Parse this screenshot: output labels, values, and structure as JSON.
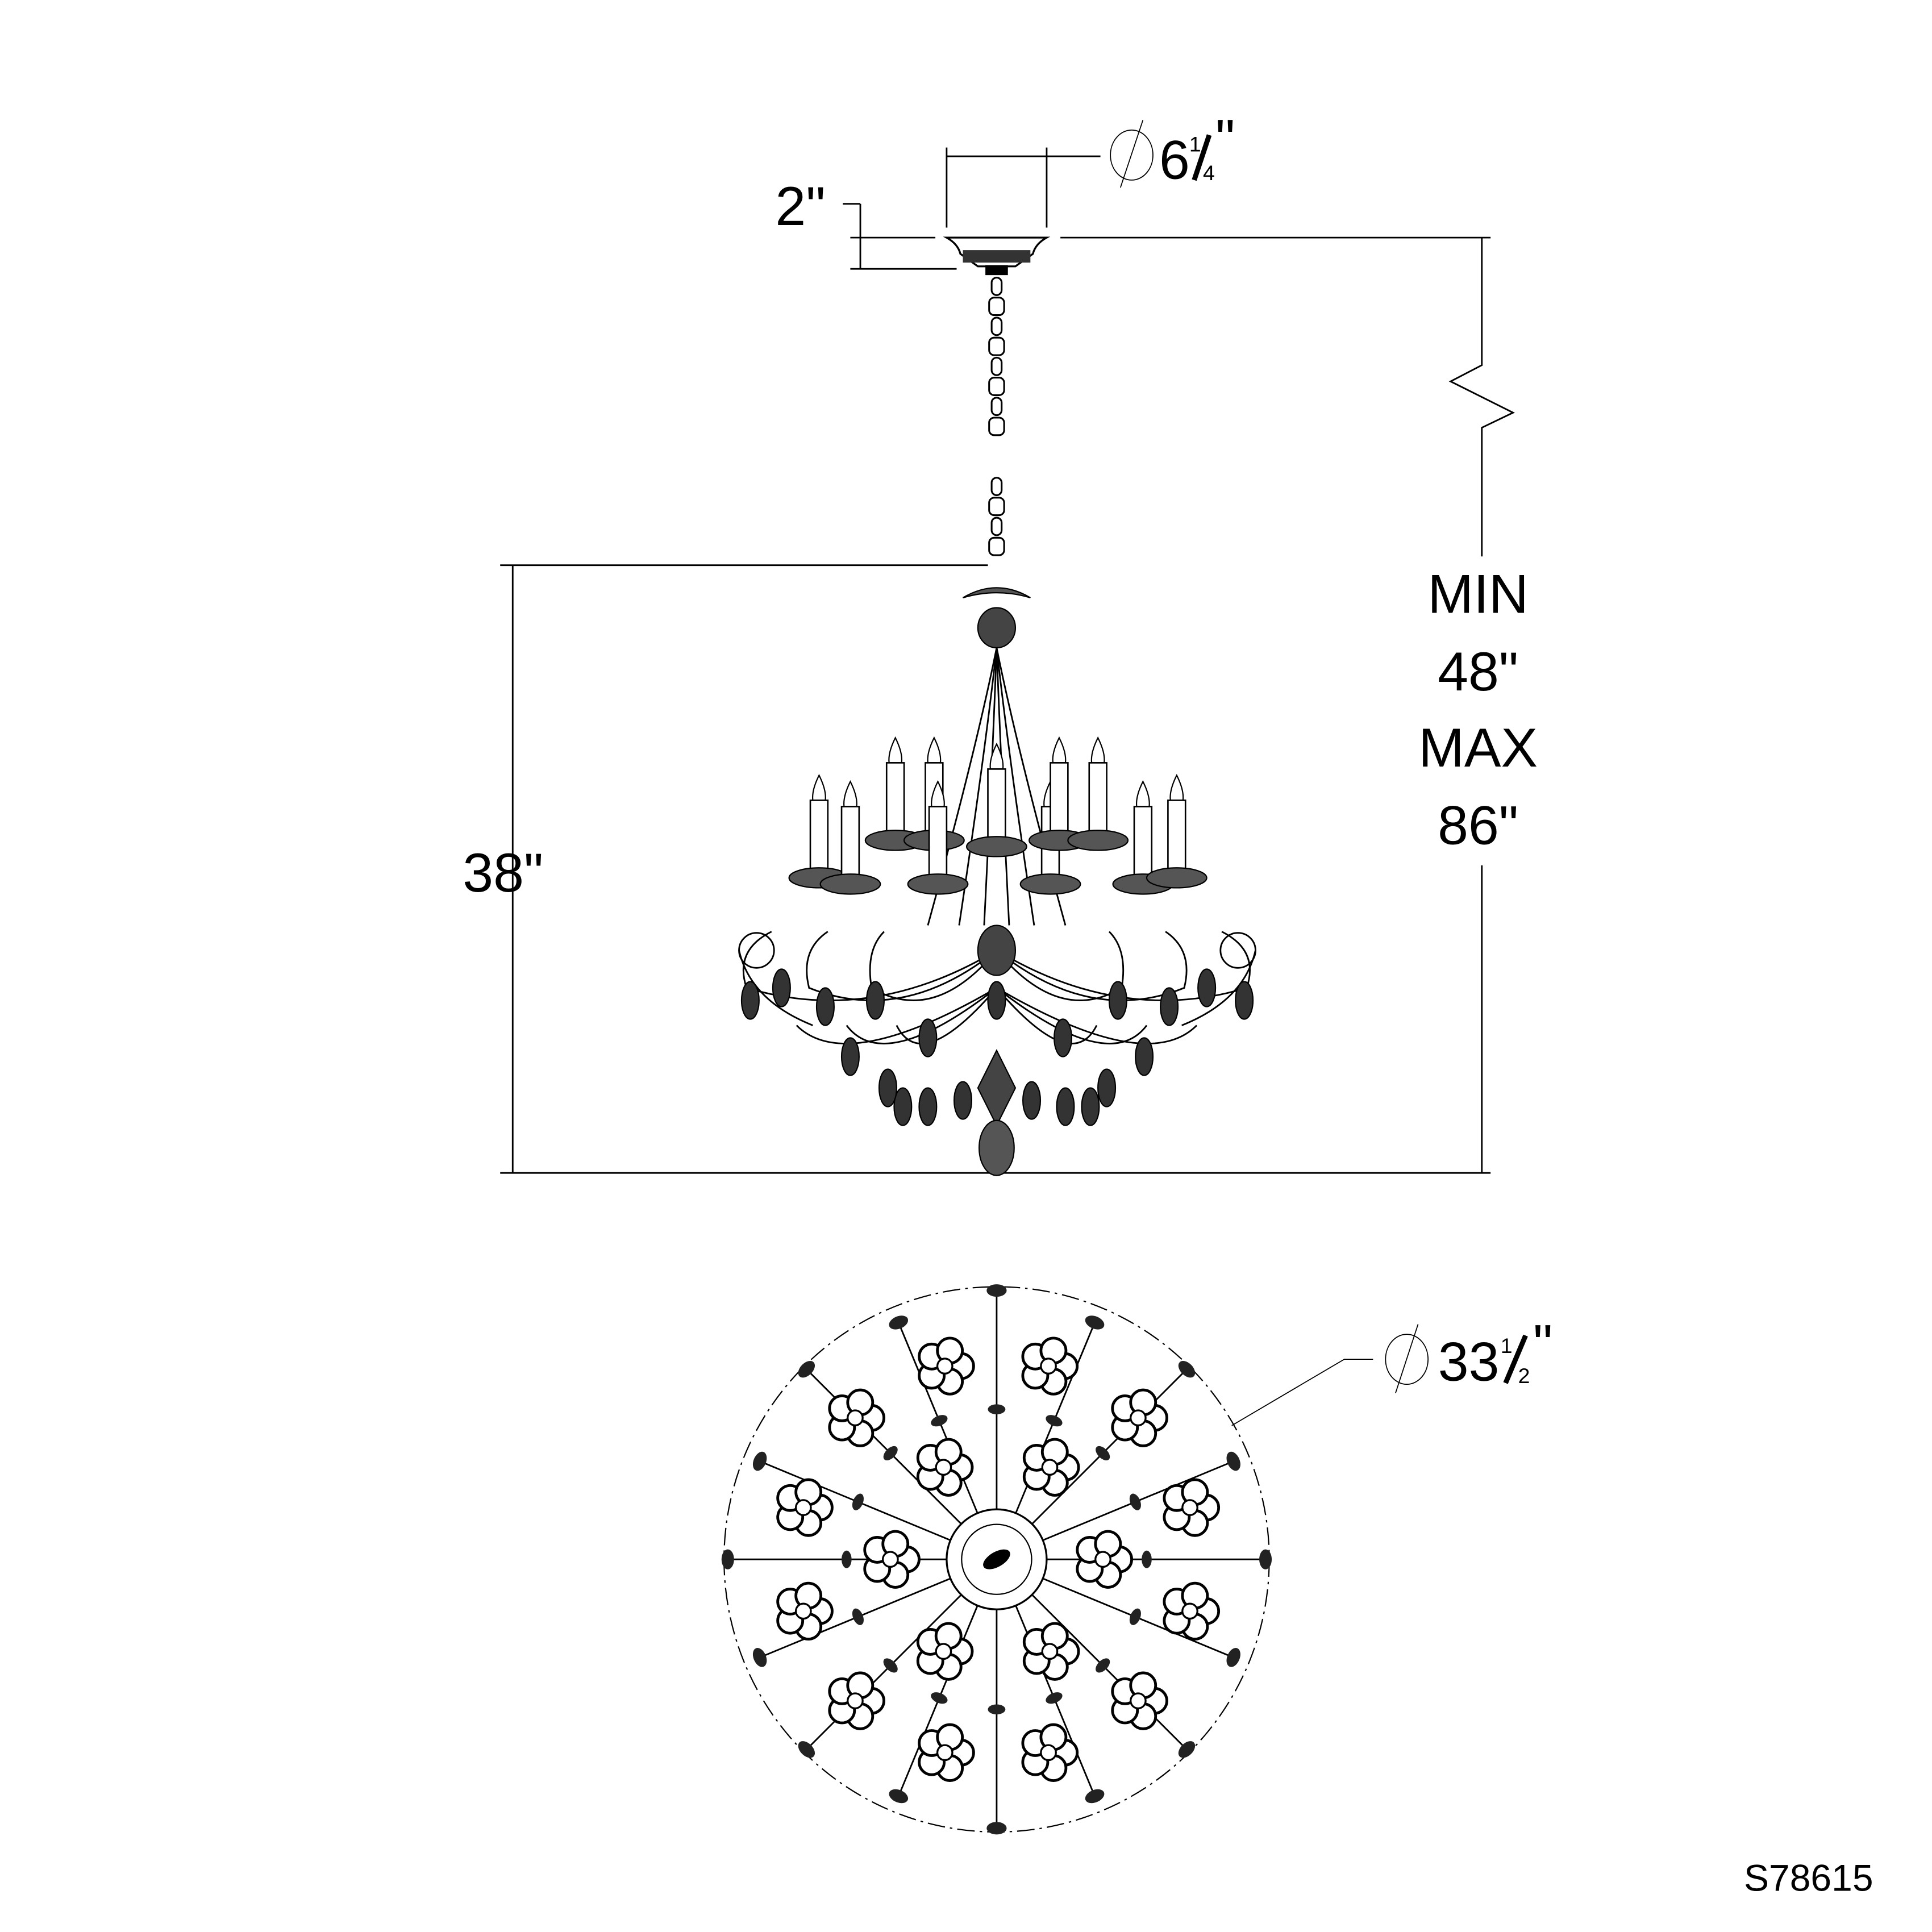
{
  "dimensions": {
    "canopy_diameter": {
      "whole": "6",
      "numerator": "1",
      "denominator": "4",
      "unit": "\""
    },
    "canopy_height": "2\"",
    "fixture_height": "38\"",
    "overall_height": {
      "min_label": "MIN",
      "min_value": "48\"",
      "max_label": "MAX",
      "max_value": "86\""
    },
    "fixture_diameter": {
      "whole": "33",
      "numerator": "1",
      "denominator": "2",
      "unit": "\""
    }
  },
  "model_number": "S78615",
  "colors": {
    "line": "#000000",
    "background": "#ffffff"
  }
}
